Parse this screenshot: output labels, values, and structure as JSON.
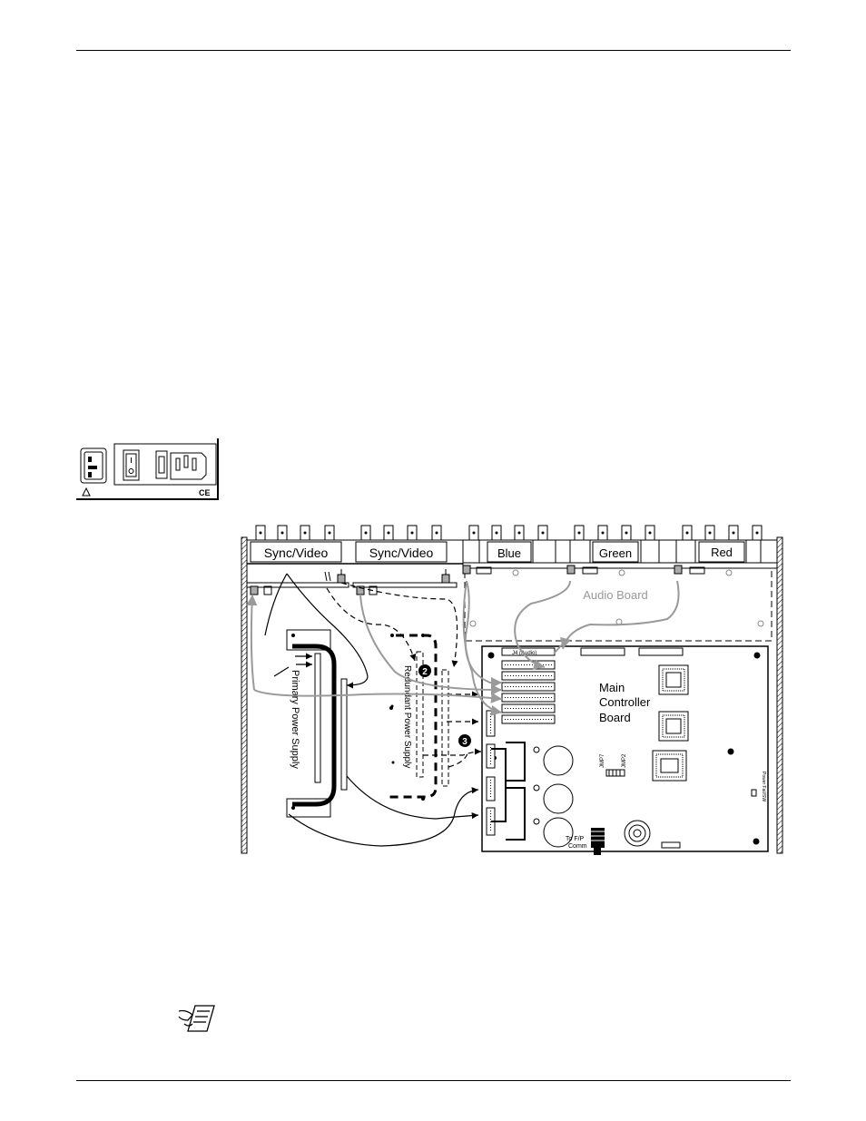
{
  "diagram": {
    "panel_labels": [
      "Sync/Video",
      "Sync/Video",
      "Blue",
      "Green",
      "Red"
    ],
    "audio_board_label": "Audio Board",
    "main_board_label": [
      "Main",
      "Controller",
      "Board"
    ],
    "primary_psu_label": "Primary  Power  Supply",
    "redundant_psu_label": "Redundant Power Supply",
    "callouts": [
      "2",
      "3"
    ],
    "connector_j4_label": "J4 (Audio)",
    "jumper_labels": [
      "JMP7",
      "JMP2"
    ],
    "fp_comm_label": [
      "To F/P",
      "Comm"
    ],
    "power_fail_label": "Power Fail/SW"
  },
  "power_module": {
    "ce_mark": "CE"
  },
  "colors": {
    "line": "#000000",
    "gray_cable": "#9a9a9a"
  },
  "icons": [
    "warning-triangle-icon",
    "note-hand-icon"
  ]
}
